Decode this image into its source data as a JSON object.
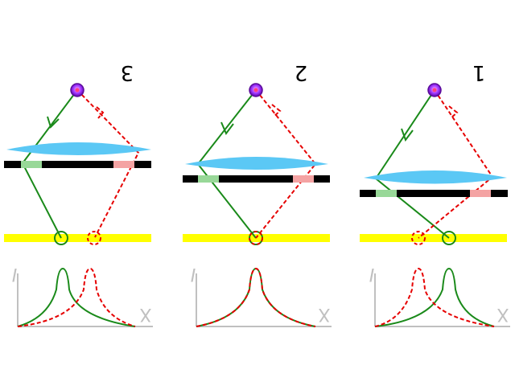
{
  "colors": {
    "background": "#ffffff",
    "object": "#9b30ff",
    "lens": "#5bc8f5",
    "grating": "#000000",
    "grating_green": "#98d898",
    "grating_red": "#f4a3a3",
    "screen": "#ffff00",
    "ray_solid": "#1a8a1a",
    "ray_dashed": "#e60000",
    "axis": "#c0c0c0"
  },
  "panels": [
    {
      "label": "1",
      "axis_y_label": "I",
      "axis_x_label": "X",
      "peak_solid_position": "right",
      "peak_dashed_position": "left"
    },
    {
      "label": "2",
      "axis_y_label": "I",
      "axis_x_label": "X",
      "peak_solid_position": "center",
      "peak_dashed_position": "center"
    },
    {
      "label": "3",
      "axis_y_label": "I",
      "axis_x_label": "X",
      "peak_solid_position": "left",
      "peak_dashed_position": "right"
    }
  ]
}
